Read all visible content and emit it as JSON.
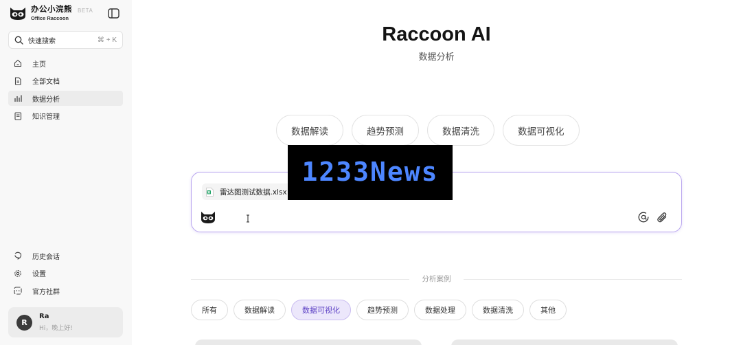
{
  "brand": {
    "name_cn": "办公小浣熊",
    "name_en": "Office Raccoon",
    "badge": "BETA"
  },
  "search": {
    "label": "快速搜索",
    "shortcut": "⌘ + K"
  },
  "nav": {
    "items": [
      {
        "label": "主页",
        "icon": "home-icon"
      },
      {
        "label": "全部文档",
        "icon": "document-icon"
      },
      {
        "label": "数据分析",
        "icon": "bar-chart-icon",
        "active": true
      },
      {
        "label": "知识管理",
        "icon": "book-icon"
      }
    ],
    "bottom": [
      {
        "label": "历史会话",
        "icon": "history-icon"
      },
      {
        "label": "设置",
        "icon": "gear-icon"
      },
      {
        "label": "官方社群",
        "icon": "community-icon"
      }
    ]
  },
  "user": {
    "initial": "R",
    "name": "Ra",
    "greeting": "Hi，晚上好!"
  },
  "main": {
    "title": "Raccoon AI",
    "subtitle": "数据分析",
    "chips": [
      "数据解读",
      "趋势预测",
      "数据清洗",
      "数据可视化"
    ],
    "composer": {
      "file_name": "雷达图测试数据.xlsx",
      "file_type": "excel-file-icon"
    },
    "watermark": "1233News",
    "section_label": "分析案例",
    "filters": [
      {
        "label": "所有"
      },
      {
        "label": "数据解读"
      },
      {
        "label": "数据可视化",
        "active": true
      },
      {
        "label": "趋势预测"
      },
      {
        "label": "数据处理"
      },
      {
        "label": "数据清洗"
      },
      {
        "label": "其他"
      }
    ]
  },
  "colors": {
    "accent": "#5b3fc4",
    "accent_bg": "#ece7fb",
    "composer_border": "#b9a6ef",
    "watermark_text": "#4d86ff"
  }
}
